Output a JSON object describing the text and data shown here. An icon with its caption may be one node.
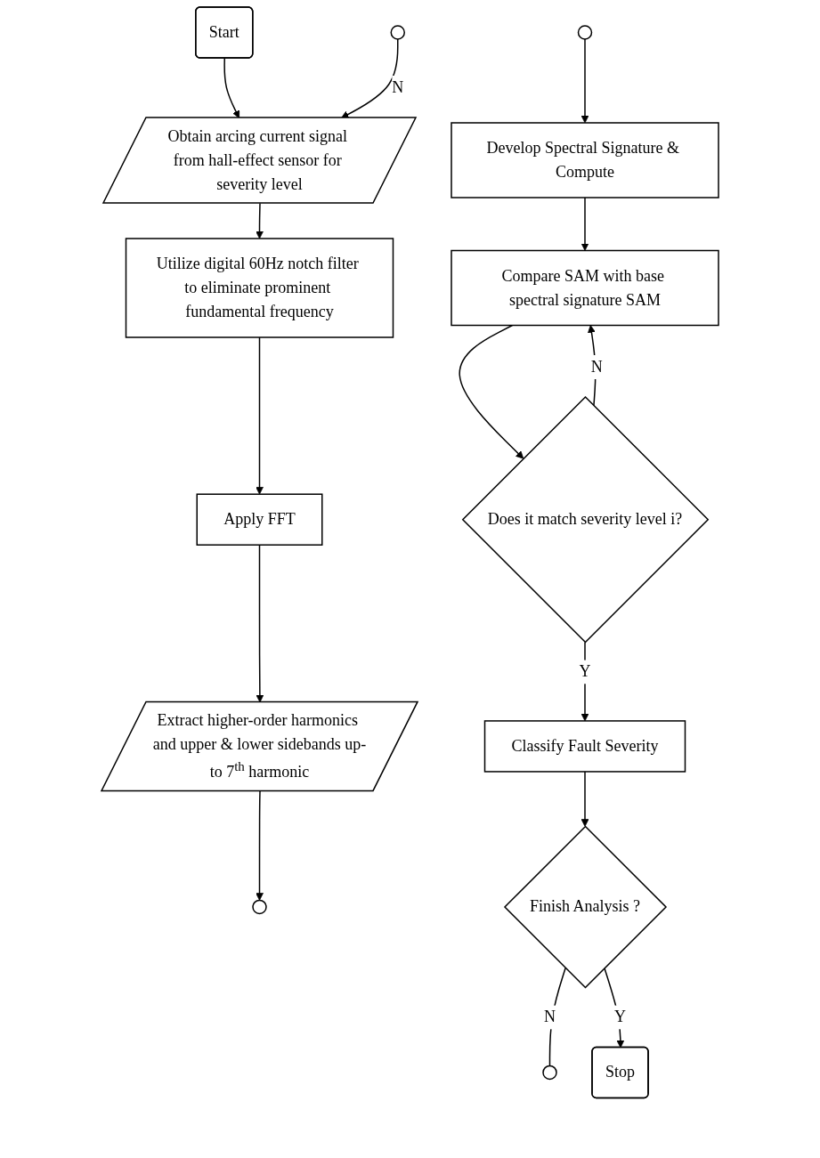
{
  "diagram": {
    "nodes": [
      {
        "text": [
          "Start"
        ]
      },
      {
        "text": [],
        "shape": "circle"
      },
      {
        "text": [
          "Obtain arcing current signal from hall-effect sensor for severity level"
        ]
      },
      {
        "text": [
          "Utilize digital 60Hz notch filter to eliminate prominent fundamental frequency"
        ]
      },
      {
        "text": [
          "Apply FFT"
        ]
      },
      {
        "text": [
          "Extract higher-order harmonics and upper & lower sidebands up-to 7$^{th}$ harmonic"
        ]
      },
      {
        "text": [],
        "shape": "circle"
      },
      {
        "text": [],
        "shape": "circle"
      },
      {
        "text": [
          "Develop Spectral Signature & Compute"
        ]
      },
      {
        "text": [
          "Compare SAM with base spectral signature SAM"
        ]
      },
      {
        "text": [
          "Does it match severity level i?"
        ]
      },
      {
        "text": [
          "Classify Fault Severity"
        ]
      },
      {
        "text": [
          "Finish Analysis ?"
        ]
      },
      {
        "text": [],
        "shape": "circle"
      },
      {
        "text": [
          "Stop"
        ]
      }
    ],
    "edges": [
      {
        "from": 0,
        "to": 2,
        "arrow": "to"
      },
      {
        "from": 1,
        "to": 2,
        "arrow": "to",
        "label": "N"
      },
      {
        "from": 2,
        "to": 3,
        "arrow": "to"
      },
      {
        "from": 3,
        "to": 4,
        "arrow": "to"
      },
      {
        "from": 4,
        "to": 5,
        "arrow": "to"
      },
      {
        "from": 5,
        "to": 6,
        "arrow": "to"
      },
      {
        "from": 7,
        "to": 8,
        "arrow": "to"
      },
      {
        "from": 8,
        "to": 9,
        "arrow": "to"
      },
      {
        "from": 9,
        "to": 10,
        "arrow": "to"
      },
      {
        "from": 10,
        "to": 9,
        "arrow": "to",
        "label": "N"
      },
      {
        "from": 10,
        "to": 11,
        "arrow": "to",
        "label": "Y"
      },
      {
        "from": 11,
        "to": 12,
        "arrow": "to"
      },
      {
        "from": 12,
        "to": 13,
        "arrow": "none",
        "label": "N"
      },
      {
        "from": 12,
        "to": 14,
        "arrow": "to",
        "label": "Y"
      }
    ]
  }
}
